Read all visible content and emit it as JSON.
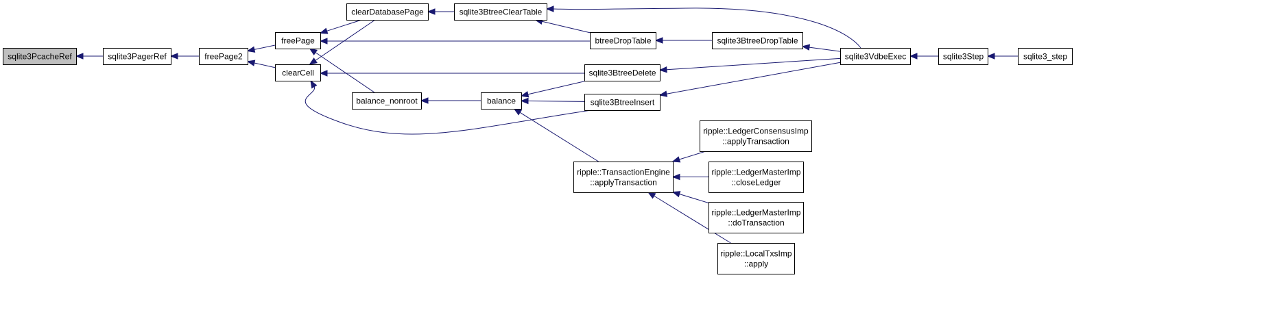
{
  "graph": {
    "nodes": [
      {
        "id": "pcacheref",
        "lines": [
          "sqlite3PcacheRef"
        ],
        "highlight": true
      },
      {
        "id": "pagerref",
        "lines": [
          "sqlite3PagerRef"
        ]
      },
      {
        "id": "freepage2",
        "lines": [
          "freePage2"
        ]
      },
      {
        "id": "freepage",
        "lines": [
          "freePage"
        ]
      },
      {
        "id": "clearcell",
        "lines": [
          "clearCell"
        ]
      },
      {
        "id": "cleardbpage",
        "lines": [
          "clearDatabasePage"
        ]
      },
      {
        "id": "balnonroot",
        "lines": [
          "balance_nonroot"
        ]
      },
      {
        "id": "btclear",
        "lines": [
          "sqlite3BtreeClearTable"
        ]
      },
      {
        "id": "balance",
        "lines": [
          "balance"
        ]
      },
      {
        "id": "btdroptable",
        "lines": [
          "btreeDropTable"
        ]
      },
      {
        "id": "btdelete",
        "lines": [
          "sqlite3BtreeDelete"
        ]
      },
      {
        "id": "btinsert",
        "lines": [
          "sqlite3BtreeInsert"
        ]
      },
      {
        "id": "teapply",
        "lines": [
          "ripple::TransactionEngine",
          "::applyTransaction"
        ]
      },
      {
        "id": "sqbtdrop",
        "lines": [
          "sqlite3BtreeDropTable"
        ]
      },
      {
        "id": "lcapply",
        "lines": [
          "ripple::LedgerConsensusImp",
          "::applyTransaction"
        ]
      },
      {
        "id": "lmclose",
        "lines": [
          "ripple::LedgerMasterImp",
          "::closeLedger"
        ]
      },
      {
        "id": "lmdo",
        "lines": [
          "ripple::LedgerMasterImp",
          "::doTransaction"
        ]
      },
      {
        "id": "ltapply",
        "lines": [
          "ripple::LocalTxsImp",
          "::apply"
        ]
      },
      {
        "id": "vdbe",
        "lines": [
          "sqlite3VdbeExec"
        ]
      },
      {
        "id": "step",
        "lines": [
          "sqlite3Step"
        ]
      },
      {
        "id": "step_",
        "lines": [
          "sqlite3_step"
        ]
      }
    ],
    "edges": [
      {
        "from": "pagerref",
        "to": "pcacheref"
      },
      {
        "from": "freepage2",
        "to": "pagerref"
      },
      {
        "from": "freepage",
        "to": "freepage2"
      },
      {
        "from": "clearcell",
        "to": "freepage2"
      },
      {
        "from": "cleardbpage",
        "to": "freepage"
      },
      {
        "from": "cleardbpage",
        "to": "clearcell"
      },
      {
        "from": "btdroptable",
        "to": "freepage"
      },
      {
        "from": "balnonroot",
        "to": "freepage"
      },
      {
        "from": "btdelete",
        "to": "clearcell"
      },
      {
        "from": "btinsert",
        "to": "clearcell"
      },
      {
        "from": "btclear",
        "to": "cleardbpage"
      },
      {
        "from": "btdroptable",
        "to": "btclear"
      },
      {
        "from": "vdbe",
        "to": "btclear"
      },
      {
        "from": "balance",
        "to": "balnonroot"
      },
      {
        "from": "btdelete",
        "to": "balance"
      },
      {
        "from": "btinsert",
        "to": "balance"
      },
      {
        "from": "teapply",
        "to": "balance"
      },
      {
        "from": "sqbtdrop",
        "to": "btdroptable"
      },
      {
        "from": "vdbe",
        "to": "sqbtdrop"
      },
      {
        "from": "vdbe",
        "to": "btdelete"
      },
      {
        "from": "vdbe",
        "to": "btinsert"
      },
      {
        "from": "step",
        "to": "vdbe"
      },
      {
        "from": "step_",
        "to": "step"
      },
      {
        "from": "lcapply",
        "to": "teapply"
      },
      {
        "from": "lmclose",
        "to": "teapply"
      },
      {
        "from": "lmdo",
        "to": "teapply"
      },
      {
        "from": "ltapply",
        "to": "teapply"
      }
    ]
  }
}
